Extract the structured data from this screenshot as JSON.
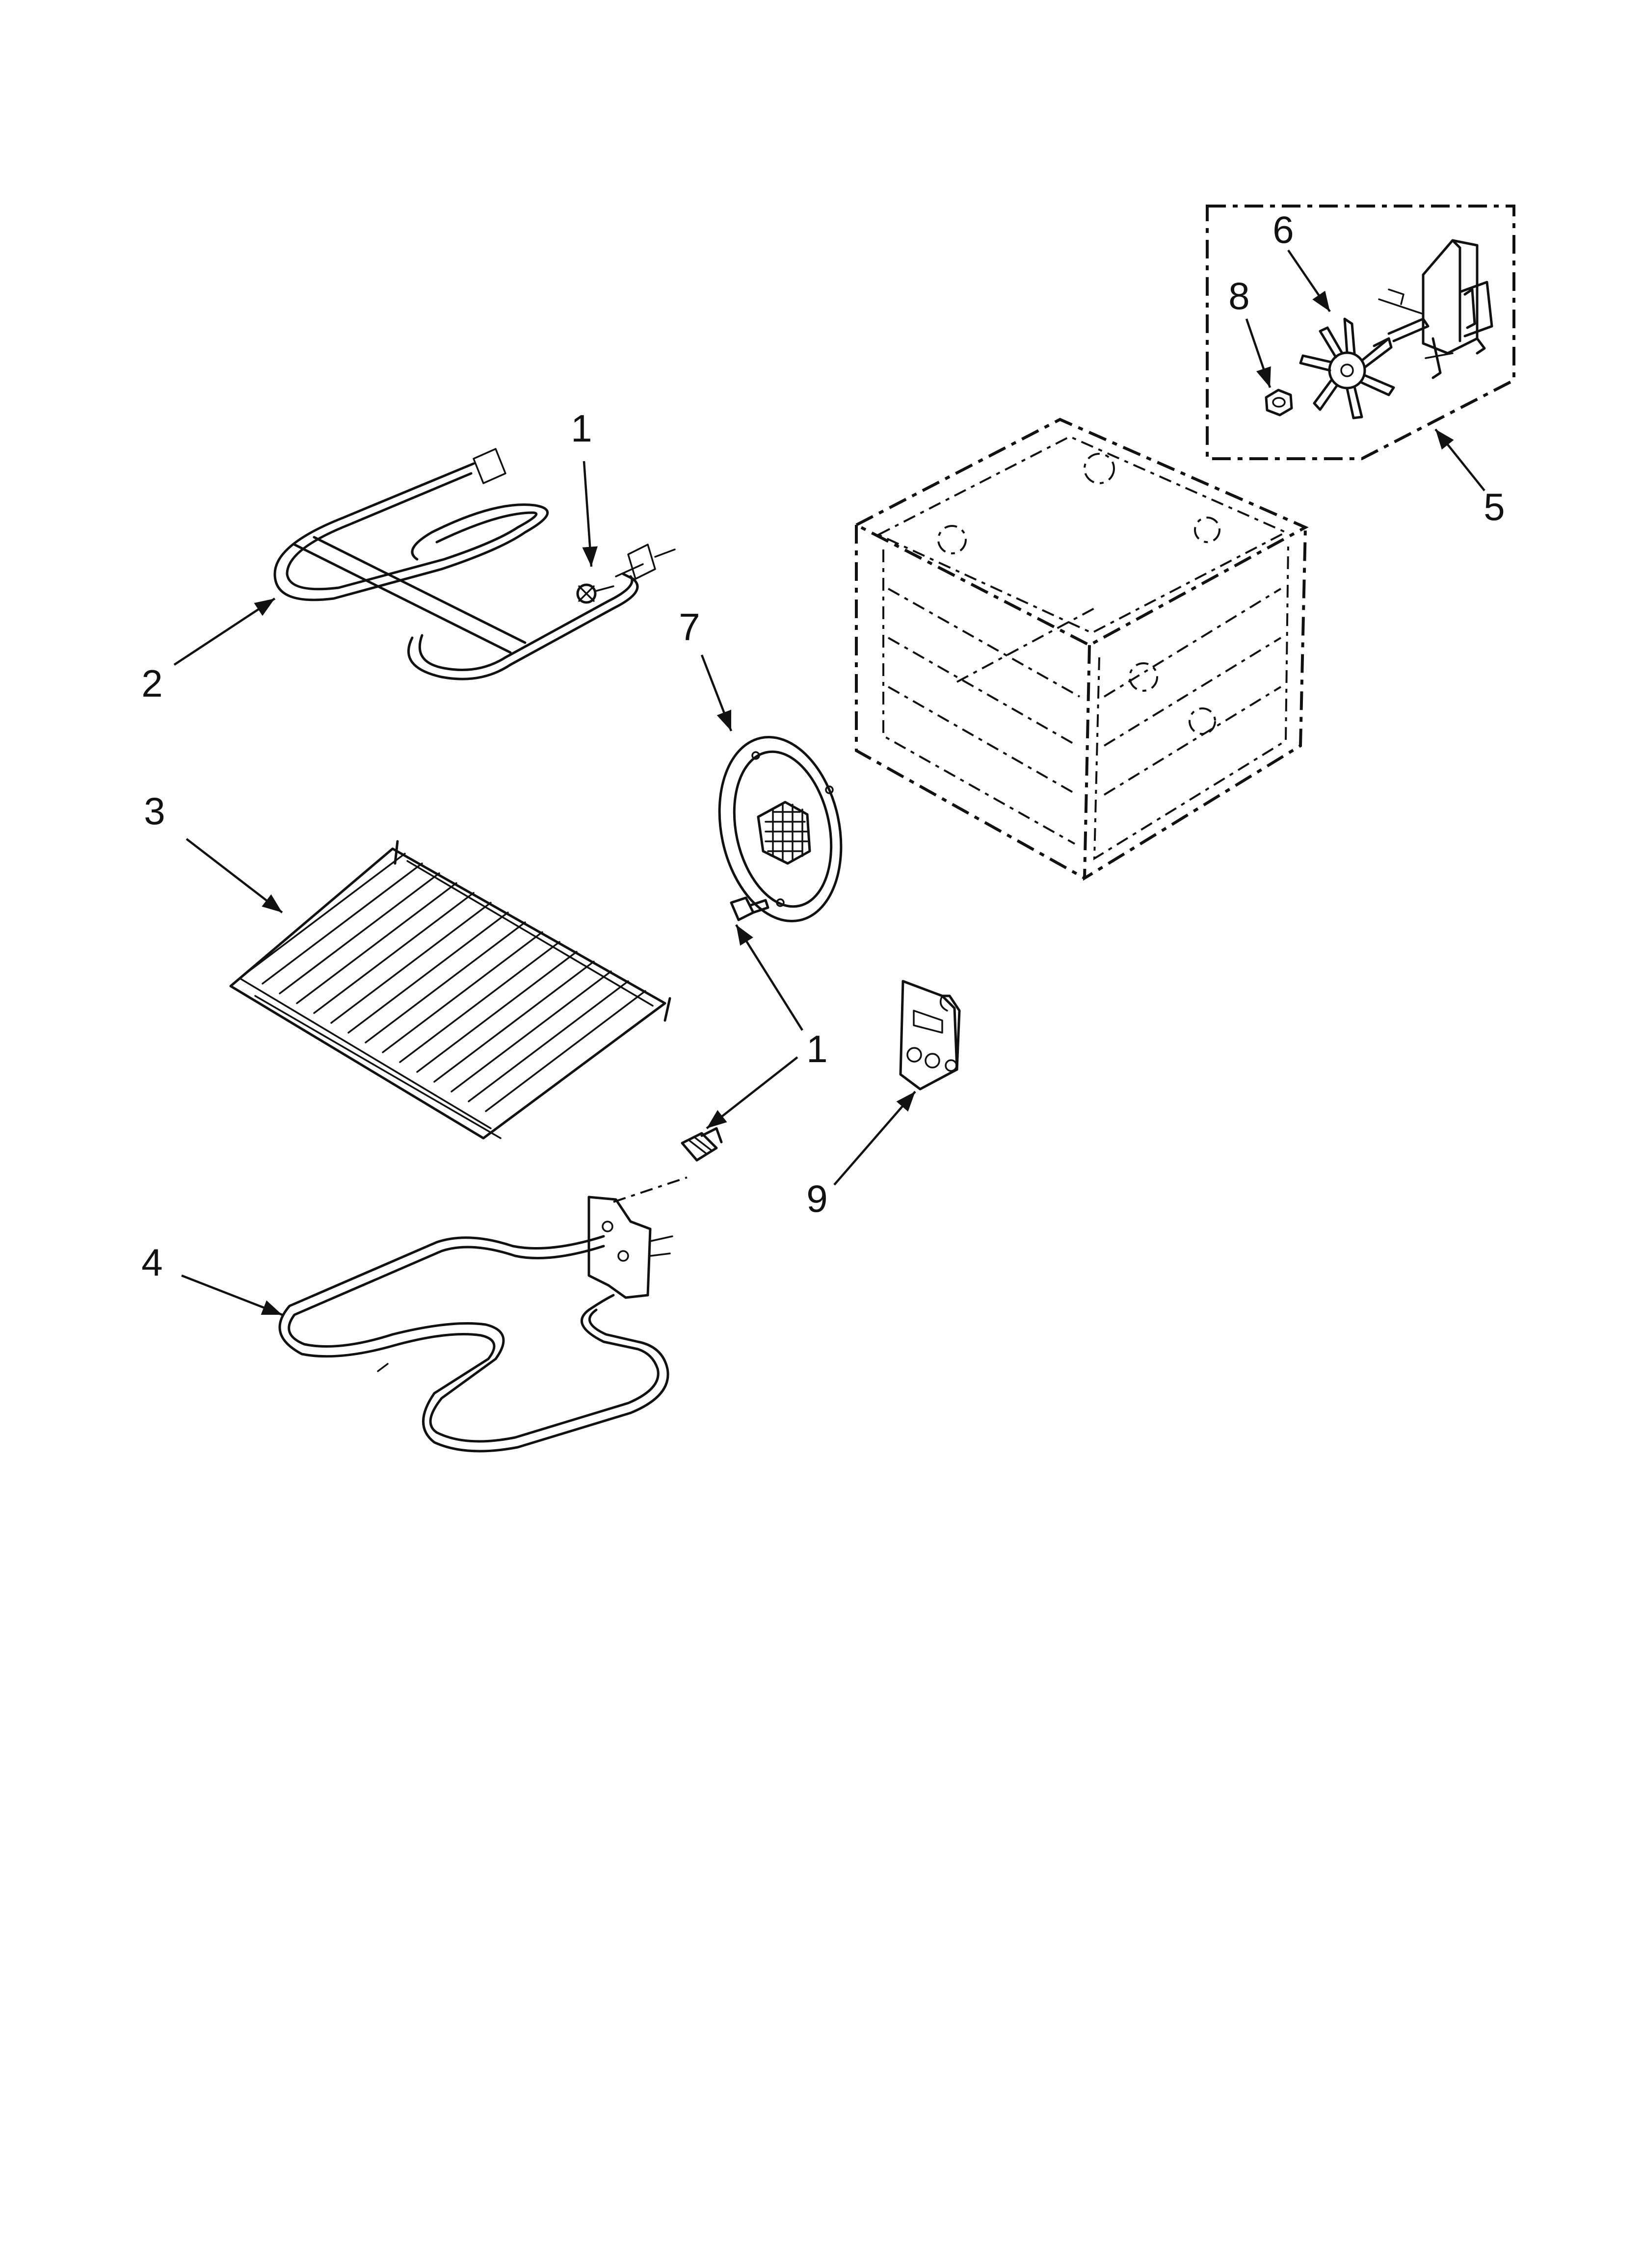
{
  "diagram": {
    "callouts": [
      {
        "id": "c1a",
        "text": "1"
      },
      {
        "id": "c2",
        "text": "2"
      },
      {
        "id": "c3",
        "text": "3"
      },
      {
        "id": "c7",
        "text": "7"
      },
      {
        "id": "c1b",
        "text": "1"
      },
      {
        "id": "c9",
        "text": "9"
      },
      {
        "id": "c4",
        "text": "4"
      },
      {
        "id": "c5",
        "text": "5"
      },
      {
        "id": "c6",
        "text": "6"
      },
      {
        "id": "c8",
        "text": "8"
      }
    ]
  }
}
